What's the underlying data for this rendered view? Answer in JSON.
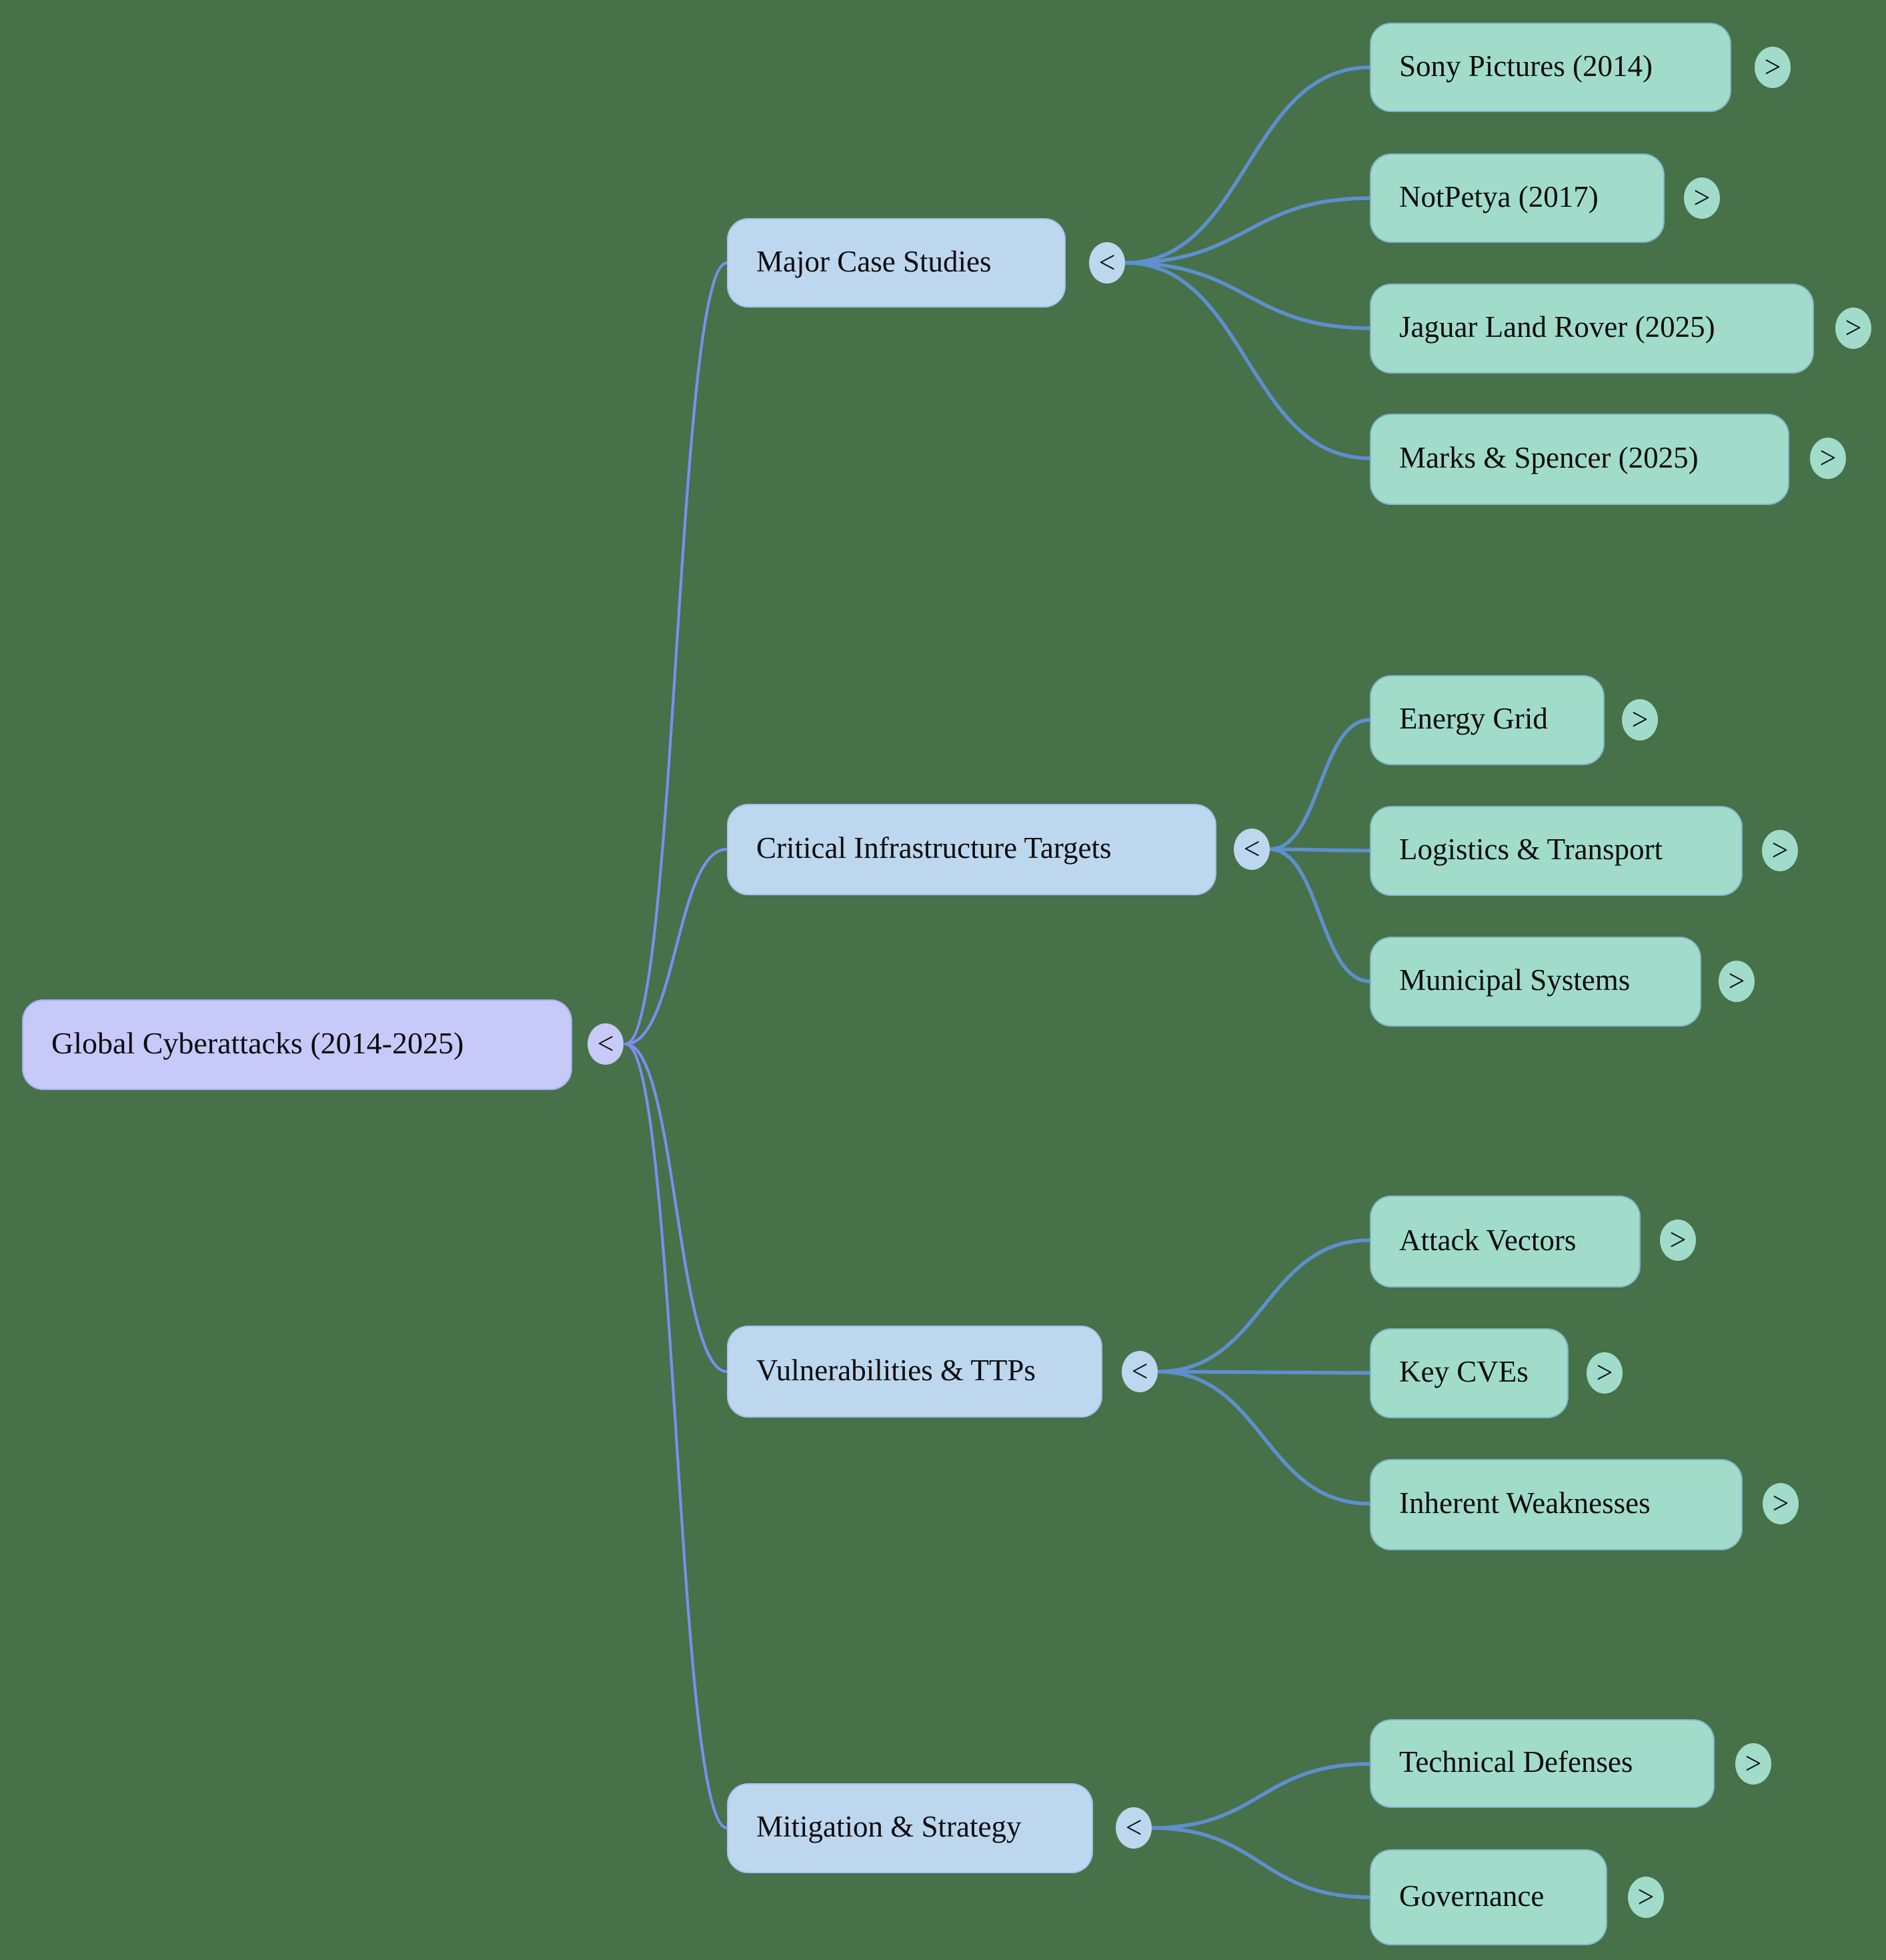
{
  "palette": {
    "bg": "#477149",
    "root_fill": "#c7c9f8",
    "branch_fill": "#bdd7ef",
    "leaf_fill": "#a1dccb",
    "root_link": "#7d8df1",
    "child_link": "#5e8fce",
    "text": "#0b0c0e"
  },
  "root": {
    "label": "Global Cyberattacks (2014-2025)",
    "toggle": "<"
  },
  "branches": [
    {
      "label": "Major Case Studies",
      "toggle": "<",
      "children": [
        {
          "label": "Sony Pictures (2014)",
          "toggle": ">"
        },
        {
          "label": "NotPetya (2017)",
          "toggle": ">"
        },
        {
          "label": "Jaguar Land Rover (2025)",
          "toggle": ">"
        },
        {
          "label": "Marks & Spencer (2025)",
          "toggle": ">"
        }
      ]
    },
    {
      "label": "Critical Infrastructure Targets",
      "toggle": "<",
      "children": [
        {
          "label": "Energy Grid",
          "toggle": ">"
        },
        {
          "label": "Logistics & Transport",
          "toggle": ">"
        },
        {
          "label": "Municipal Systems",
          "toggle": ">"
        }
      ]
    },
    {
      "label": "Vulnerabilities & TTPs",
      "toggle": "<",
      "children": [
        {
          "label": "Attack Vectors",
          "toggle": ">"
        },
        {
          "label": "Key CVEs",
          "toggle": ">"
        },
        {
          "label": "Inherent Weaknesses",
          "toggle": ">"
        }
      ]
    },
    {
      "label": "Mitigation & Strategy",
      "toggle": "<",
      "children": [
        {
          "label": "Technical Defenses",
          "toggle": ">"
        },
        {
          "label": "Governance",
          "toggle": ">"
        }
      ]
    }
  ]
}
